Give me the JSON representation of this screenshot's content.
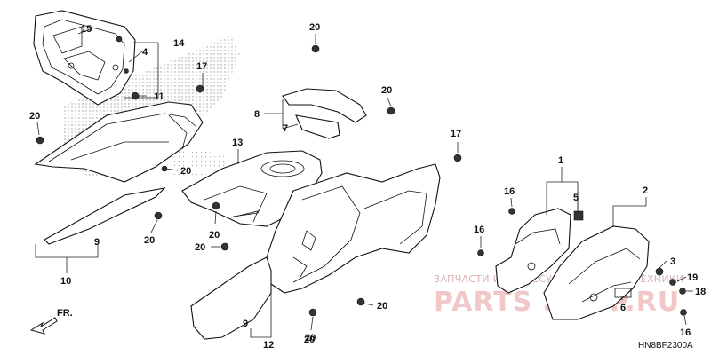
{
  "diagram_code": "HN8BF2300A",
  "direction_label": "FR.",
  "watermark": {
    "small_text": "ЗАПЧАСТИ И АКСЕССУАРЫ ДЛЯ МОТОТЕХНИКИ",
    "big_text": "PARTS SHOP.RU"
  },
  "callouts": [
    {
      "id": "c15",
      "label": "15"
    },
    {
      "id": "c14",
      "label": "14"
    },
    {
      "id": "c4",
      "label": "4"
    },
    {
      "id": "c11",
      "label": "11"
    },
    {
      "id": "c17a",
      "label": "17"
    },
    {
      "id": "c20a",
      "label": "20"
    },
    {
      "id": "c20b",
      "label": "20"
    },
    {
      "id": "c8",
      "label": "8"
    },
    {
      "id": "c7",
      "label": "7"
    },
    {
      "id": "c20c",
      "label": "20"
    },
    {
      "id": "c20d",
      "label": "20"
    },
    {
      "id": "c17b",
      "label": "17"
    },
    {
      "id": "c13",
      "label": "13"
    },
    {
      "id": "c20e",
      "label": "20"
    },
    {
      "id": "c20f",
      "label": "20"
    },
    {
      "id": "c20g",
      "label": "20"
    },
    {
      "id": "c20h",
      "label": "20"
    },
    {
      "id": "c9a",
      "label": "9"
    },
    {
      "id": "c10",
      "label": "10"
    },
    {
      "id": "c9b",
      "label": "9"
    },
    {
      "id": "c12",
      "label": "12"
    },
    {
      "id": "c20i",
      "label": "20"
    },
    {
      "id": "c20j",
      "label": "20"
    },
    {
      "id": "c1",
      "label": "1"
    },
    {
      "id": "c2",
      "label": "2"
    },
    {
      "id": "c16a",
      "label": "16"
    },
    {
      "id": "c5",
      "label": "5"
    },
    {
      "id": "c16b",
      "label": "16"
    },
    {
      "id": "c3",
      "label": "3"
    },
    {
      "id": "c19",
      "label": "19"
    },
    {
      "id": "c18",
      "label": "18"
    },
    {
      "id": "c6",
      "label": "6"
    },
    {
      "id": "c16c",
      "label": "16"
    }
  ]
}
